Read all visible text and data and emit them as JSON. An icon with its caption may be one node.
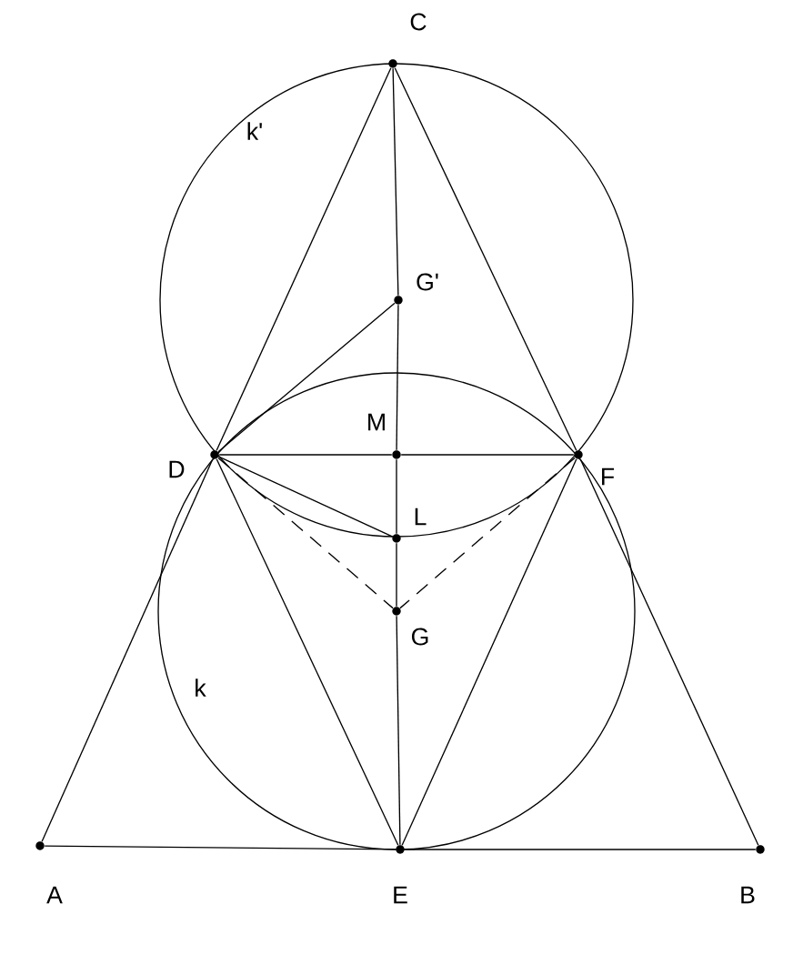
{
  "diagram": {
    "nodes": [
      {
        "text": [
          "C"
        ]
      },
      {
        "text": [
          "k'"
        ]
      },
      {
        "text": [
          "G'"
        ],
        "in": 1
      },
      {
        "text": [
          "M"
        ]
      },
      {
        "text": [
          "D"
        ]
      },
      {
        "text": [
          "F"
        ]
      },
      {
        "text": [
          "k"
        ]
      },
      {
        "text": [
          "L"
        ],
        "in": 6
      },
      {
        "text": [
          "G"
        ],
        "in": 6
      },
      {
        "text": [
          "A"
        ]
      },
      {
        "text": [
          "E"
        ]
      },
      {
        "text": [
          "B"
        ]
      }
    ],
    "edges": [
      {
        "from": 9,
        "to": 4,
        "arrow": "none"
      },
      {
        "from": 4,
        "to": 0,
        "arrow": "none"
      },
      {
        "from": 0,
        "to": 5,
        "arrow": "none"
      },
      {
        "from": 5,
        "to": 11,
        "arrow": "none"
      },
      {
        "from": 9,
        "to": 10,
        "arrow": "none"
      },
      {
        "from": 10,
        "to": 11,
        "arrow": "none"
      },
      {
        "from": 0,
        "to": 2,
        "arrow": "none"
      },
      {
        "from": 2,
        "to": 3,
        "arrow": "none"
      },
      {
        "from": 3,
        "to": 7,
        "arrow": "none"
      },
      {
        "from": 7,
        "to": 8,
        "arrow": "none"
      },
      {
        "from": 8,
        "to": 10,
        "arrow": "none"
      },
      {
        "from": 4,
        "to": 3,
        "arrow": "none"
      },
      {
        "from": 3,
        "to": 5,
        "arrow": "none"
      },
      {
        "from": 4,
        "to": 10,
        "arrow": "none"
      },
      {
        "from": 5,
        "to": 10,
        "arrow": "none"
      },
      {
        "from": 4,
        "to": 2,
        "arrow": "none"
      },
      {
        "from": 4,
        "to": 8,
        "arrow": "none",
        "style": "dashed"
      },
      {
        "from": 5,
        "to": 8,
        "arrow": "none",
        "style": "dashed"
      },
      {
        "from": 4,
        "to": 7,
        "arrow": "none"
      }
    ]
  }
}
